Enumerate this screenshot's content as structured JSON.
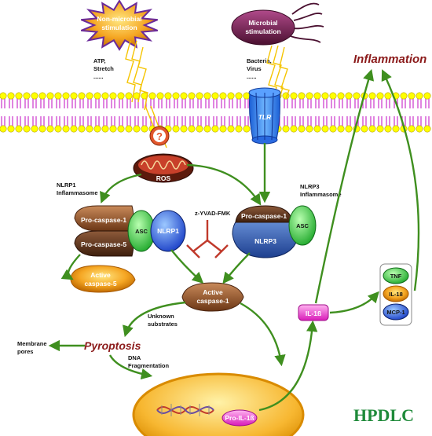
{
  "labels": {
    "non_microbial": [
      "Non-microbial",
      "stimulation"
    ],
    "microbial": [
      "Microbial",
      "stimulation"
    ],
    "atp": [
      "ATP,",
      "Stretch",
      "......"
    ],
    "bacteria": [
      "Bacteria,",
      "Virus",
      "......"
    ],
    "inflammation": "Inflammation",
    "question": "?",
    "tlr": "TLR",
    "ros": "ROS",
    "nlrp1_title": [
      "NLRP1",
      "Inflammasome"
    ],
    "nlrp3_title": [
      "NLRP3",
      "Inflammasome"
    ],
    "zyvad": "z-YVAD-FMK",
    "pro_caspase1_left": "Pro-caspase-1",
    "pro_caspase5": "Pro-caspase-5",
    "asc_left": "ASC",
    "nlrp1": "NLRP1",
    "pro_caspase1_right": "Pro-caspase-1",
    "nlrp3": "NLRP3",
    "asc_right": "ASC",
    "active_caspase5": [
      "Active",
      "caspase-5"
    ],
    "active_caspase1": [
      "Active",
      "caspase-1"
    ],
    "unknown_substrates": [
      "Unknown",
      "substrates"
    ],
    "pyroptosis": "Pyroptosis",
    "membrane_pores": [
      "Membrane",
      "pores"
    ],
    "dna_frag": [
      "DNA",
      "Fragmentation"
    ],
    "il1b": "IL-1ß",
    "pro_il1b": "Pro-IL-1ß",
    "tnf": "TNF",
    "il18": "IL-18",
    "mcp1": "MCP-1",
    "watermark": "HPDLC"
  },
  "colors": {
    "arrow": "#3f8f1f",
    "inhibitor": "#c0392b",
    "membrane_head": "#ffff00",
    "membrane_tail": "#cc33cc",
    "inflammation_text": "#8b1a1a",
    "watermark": "#1f8a3a"
  }
}
